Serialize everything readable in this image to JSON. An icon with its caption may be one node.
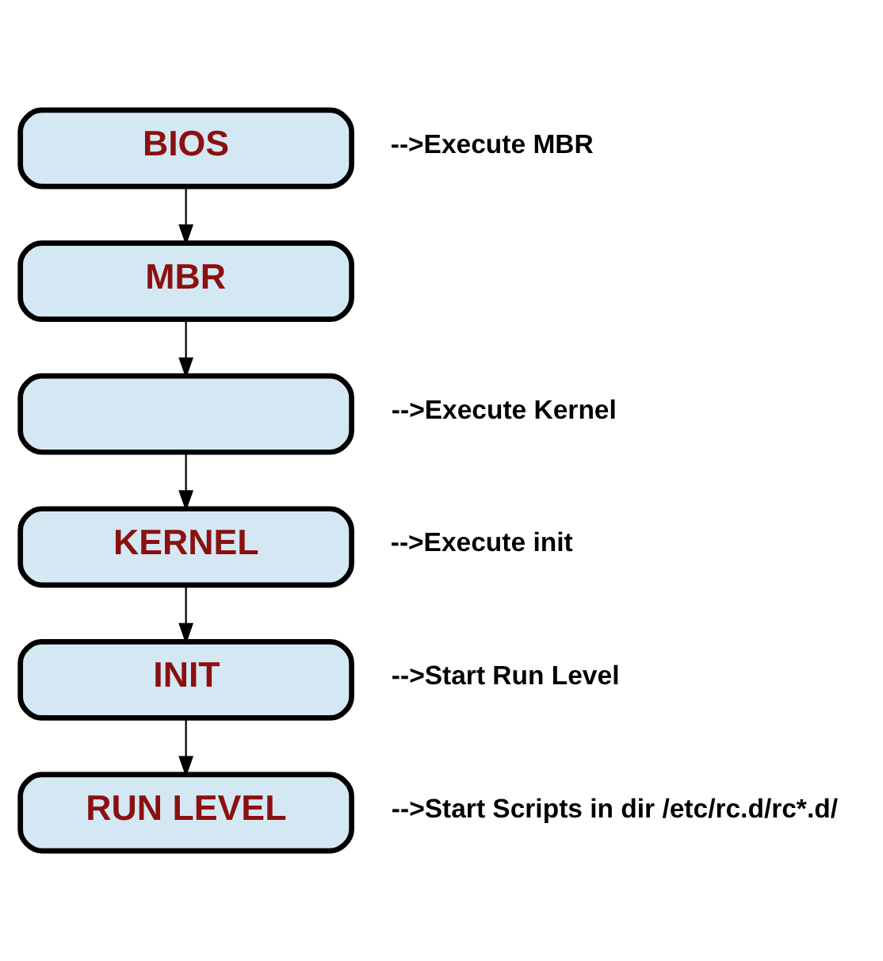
{
  "diagram": {
    "nodes": [
      {
        "text": [
          "BIOS"
        ],
        "beside": [
          "-->Execute MBR"
        ]
      },
      {
        "text": [
          "MBR"
        ]
      },
      {
        "text": [],
        "shape": "box",
        "beside": [
          "-->Execute Kernel"
        ]
      },
      {
        "text": [
          "KERNEL"
        ],
        "beside": [
          "-->Execute init"
        ]
      },
      {
        "text": [
          "INIT"
        ],
        "beside": [
          "-->Start Run Level"
        ]
      },
      {
        "text": [
          "RUN LEVEL"
        ],
        "beside": [
          "-->Start Scripts in dir /etc/rc.d/rc*.d/"
        ]
      }
    ],
    "edges": [
      {
        "from": 0,
        "to": 1,
        "arrow": "to"
      },
      {
        "from": 1,
        "to": 2,
        "arrow": "to"
      },
      {
        "from": 2,
        "to": 3,
        "arrow": "to"
      },
      {
        "from": 3,
        "to": 4,
        "arrow": "to"
      },
      {
        "from": 4,
        "to": 5,
        "arrow": "to"
      }
    ]
  }
}
